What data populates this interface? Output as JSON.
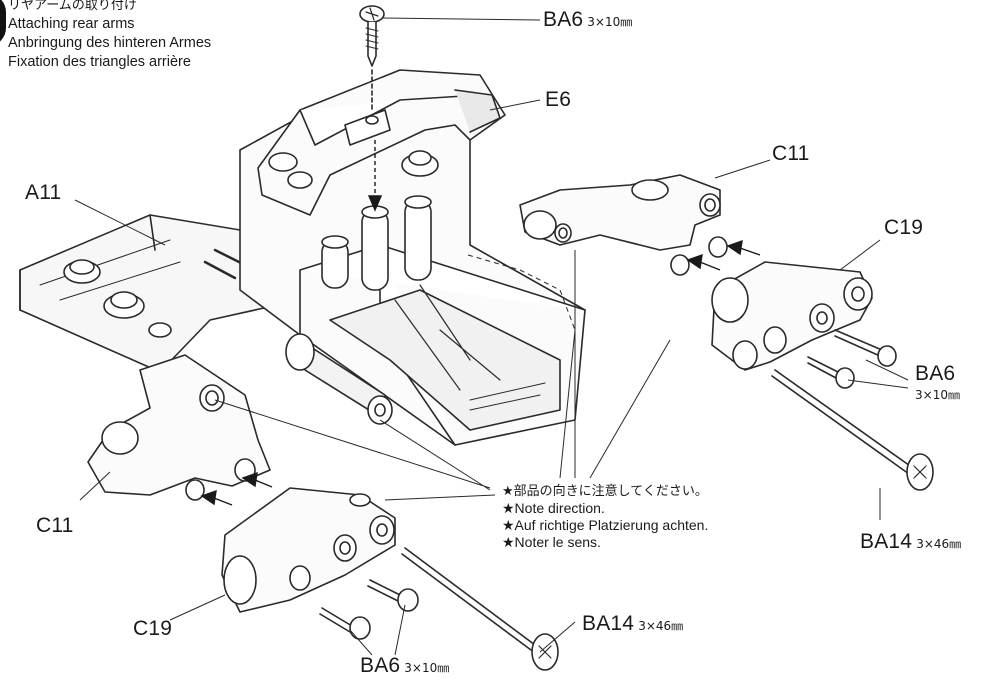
{
  "title": {
    "jp": "リヤアームの取り付け",
    "en": "Attaching rear arms",
    "de": "Anbringung des hinteren Armes",
    "fr": "Fixation des triangles arrière"
  },
  "labels": {
    "ba6_top": {
      "part": "BA6",
      "dim": "3×10㎜"
    },
    "e6": {
      "part": "E6"
    },
    "a11": {
      "part": "A11"
    },
    "c11_right": {
      "part": "C11"
    },
    "c19_right": {
      "part": "C19"
    },
    "ba6_right": {
      "part": "BA6",
      "dim": "3×10㎜"
    },
    "ba14_right": {
      "part": "BA14",
      "dim": "3×46㎜"
    },
    "c11_left": {
      "part": "C11"
    },
    "c19_left": {
      "part": "C19"
    },
    "ba14_bottom": {
      "part": "BA14",
      "dim": "3×46㎜"
    },
    "ba6_bottom": {
      "part": "BA6",
      "dim": "3×10㎜"
    }
  },
  "note": {
    "jp": "★部品の向きに注意してください。",
    "en": "★Note direction.",
    "de": "★Auf richtige Platzierung achten.",
    "fr": "★Noter le sens."
  },
  "colors": {
    "ink": "#1a1a1a",
    "line": "#2a2a2a",
    "fill": "#ffffff",
    "shade": "#e9e9e9"
  }
}
